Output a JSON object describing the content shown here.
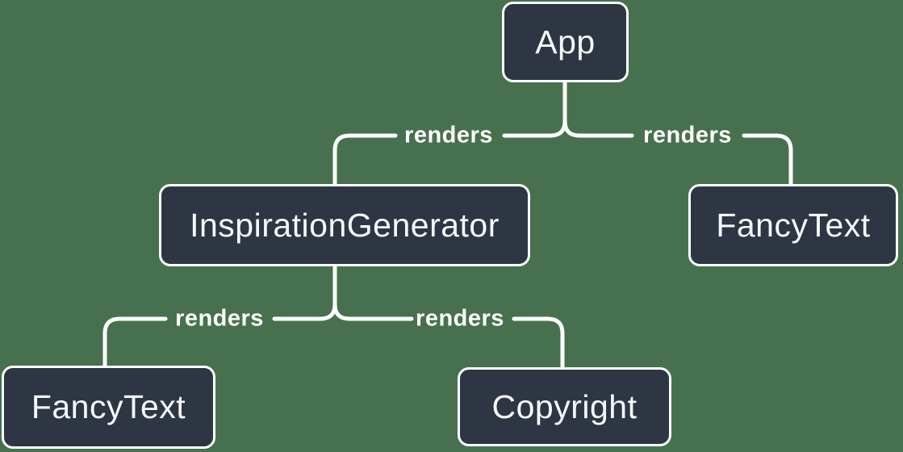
{
  "style": {
    "background": "#47714e",
    "node-fill": "#2e3543",
    "node-border": "#ffffff",
    "node-text": "#f7f8fa",
    "edge-line": "#ffffff",
    "edge-label-text": "#ffffff"
  },
  "diagram": {
    "type": "render-tree",
    "nodes": [
      {
        "id": "app",
        "label": "App"
      },
      {
        "id": "inspiration-generator",
        "label": "InspirationGenerator"
      },
      {
        "id": "fancy-text-top-right",
        "label": "FancyText"
      },
      {
        "id": "fancy-text-bottom-left",
        "label": "FancyText"
      },
      {
        "id": "copyright",
        "label": "Copyright"
      }
    ],
    "edges": [
      {
        "from": "App",
        "to": "InspirationGenerator",
        "label": "renders"
      },
      {
        "from": "App",
        "to": "FancyText",
        "label": "renders"
      },
      {
        "from": "InspirationGenerator",
        "to": "FancyText",
        "label": "renders"
      },
      {
        "from": "InspirationGenerator",
        "to": "Copyright",
        "label": "renders"
      }
    ]
  }
}
